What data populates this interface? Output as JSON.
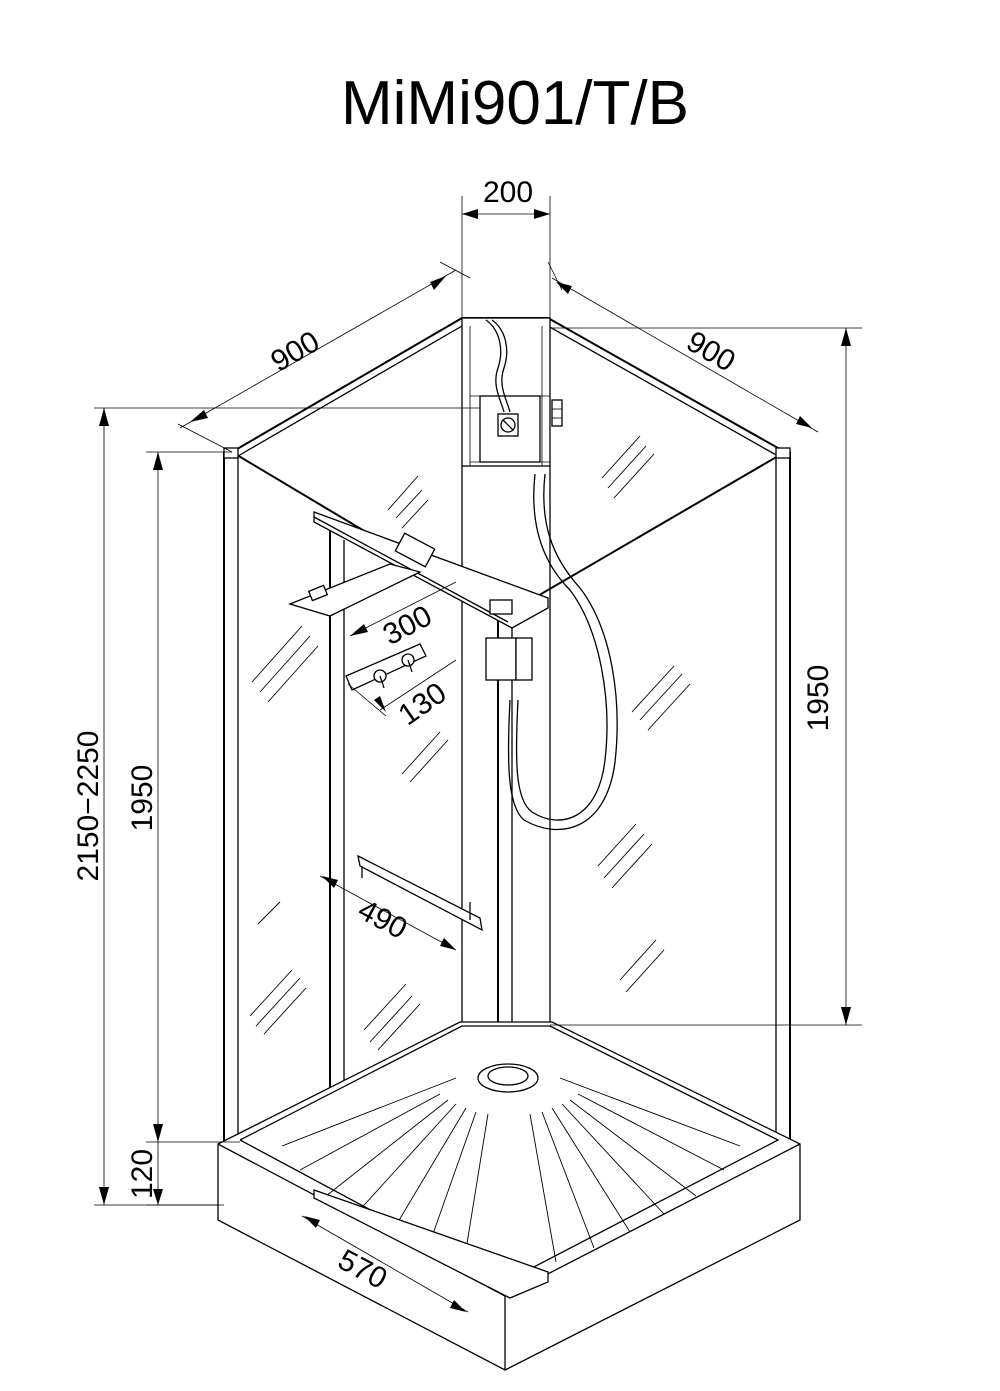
{
  "title": "MiMi901/T/B",
  "dimensions": {
    "column_width": "200",
    "left_side": "900",
    "right_side": "900",
    "right_height": "1950",
    "total_height": "2150−2250",
    "left_height": "1950",
    "tray_height": "120",
    "shelf_top": "300",
    "hooks": "130",
    "shelf_bottom": "490",
    "door_width": "570"
  },
  "icons": [
    "shower-cabin-drawing",
    "shower-head-icon",
    "shower-hose-icon",
    "drain-icon",
    "shelf-icon",
    "hooks-icon"
  ]
}
